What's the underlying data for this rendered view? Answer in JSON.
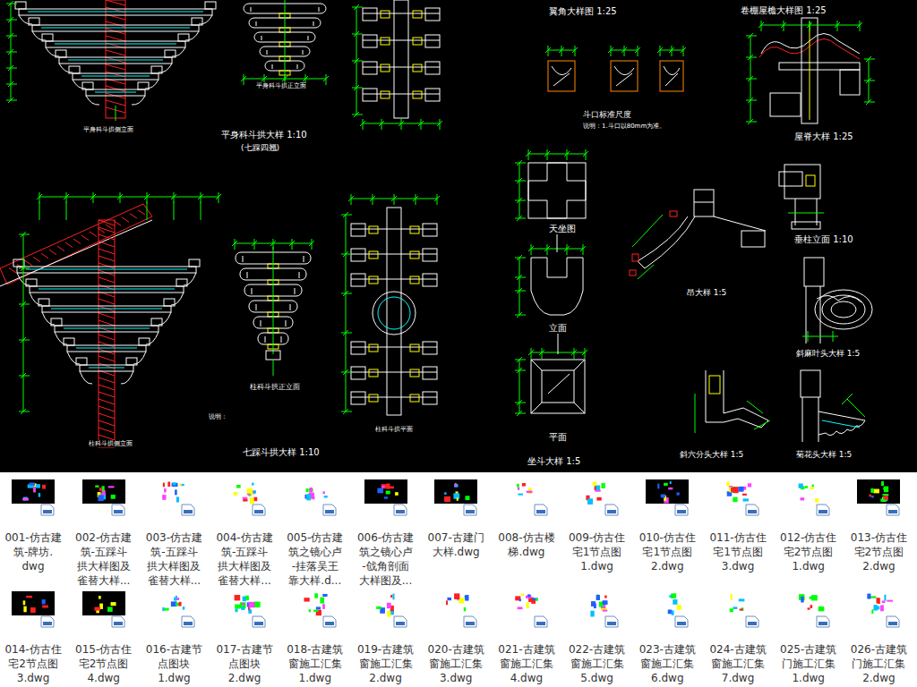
{
  "diagram": {
    "nodes": [
      {
        "text": [
          "001-仿古建 筑-牌坊. dwg"
        ]
      },
      {
        "text": [
          "002-仿古建 筑-五踩斗 拱大样图及 雀替大样..."
        ]
      },
      {
        "text": [
          "003-仿古建 筑-五踩斗 拱大样图及 雀替大样..."
        ]
      },
      {
        "text": [
          "004-仿古建 筑-五踩斗 拱大样图及 雀替大样..."
        ]
      },
      {
        "text": [
          "005-仿古建 筑之镜心卢 -挂落吴王 靠大样.d..."
        ]
      },
      {
        "text": [
          "006-仿古建 筑之镜心卢 -戗角剖面 大样图及..."
        ]
      },
      {
        "text": [
          "007-古建门 大样.dwg"
        ]
      },
      {
        "text": [
          "008-仿古楼 梯.dwg"
        ]
      },
      {
        "text": [
          "009-仿古住 宅1节点图 1.dwg"
        ]
      },
      {
        "text": [
          "010-仿古住 宅1节点图 2.dwg"
        ]
      },
      {
        "text": [
          "011-仿古住 宅1节点图 3.dwg"
        ]
      },
      {
        "text": [
          "012-仿古住 宅2节点图 1.dwg"
        ]
      },
      {
        "text": [
          "013-仿古住 宅2节点图 2.dwg"
        ]
      },
      {
        "text": [
          "014-仿古住 宅2节点图 3.dwg"
        ]
      },
      {
        "text": [
          "015-仿古住 宅2节点图 4.dwg"
        ]
      },
      {
        "text": [
          "016-古建节 点图块 1.dwg"
        ]
      },
      {
        "text": [
          "017-古建节 点图块 2.dwg"
        ]
      },
      {
        "text": [
          "018-古建筑 窗施工汇集 1.dwg"
        ]
      },
      {
        "text": [
          "019-古建筑 窗施工汇集 2.dwg"
        ]
      },
      {
        "text": [
          "020-古建筑 窗施工汇集 3.dwg"
        ]
      },
      {
        "text": [
          "021-古建筑 窗施工汇集 4.dwg"
        ]
      },
      {
        "text": [
          "022-古建筑 窗施工汇集 5.dwg"
        ]
      },
      {
        "text": [
          "023-古建筑 窗施工汇集 6.dwg"
        ]
      },
      {
        "text": [
          "024-古建筑 窗施工汇集 7.dwg"
        ]
      },
      {
        "text": [
          "025-古建筑 门施工汇集 1.dwg"
        ]
      },
      {
        "text": [
          "026-古建筑 门施工汇集 2.dwg"
        ]
      }
    ],
    "labels": [
      "平身科斗拱侧立面",
      "平身科斗拱正立面",
      "平身科斗拱大样 1:10",
      "(七踩四翘)",
      "翼角大样图 1:25",
      "卷棚屋檐大样图 1:25",
      "斗口标准尺度",
      "说明：1.斗口以80mm为准。",
      "屋脊大样 1:25",
      "天坐图",
      "垂柱立面 1:10",
      "昂大样 1:5",
      "立面",
      "斜麻叶头大样 1:5",
      "柱科斗拱正立面",
      "柱科斗拱平面",
      "说明：",
      "柱科斗拱侧立面",
      "平面",
      "七踩斗拱大样 1:10",
      "斜六分头大样 1:5",
      "菊花头大样 1:5",
      "坐斗大样 1:5"
    ]
  }
}
